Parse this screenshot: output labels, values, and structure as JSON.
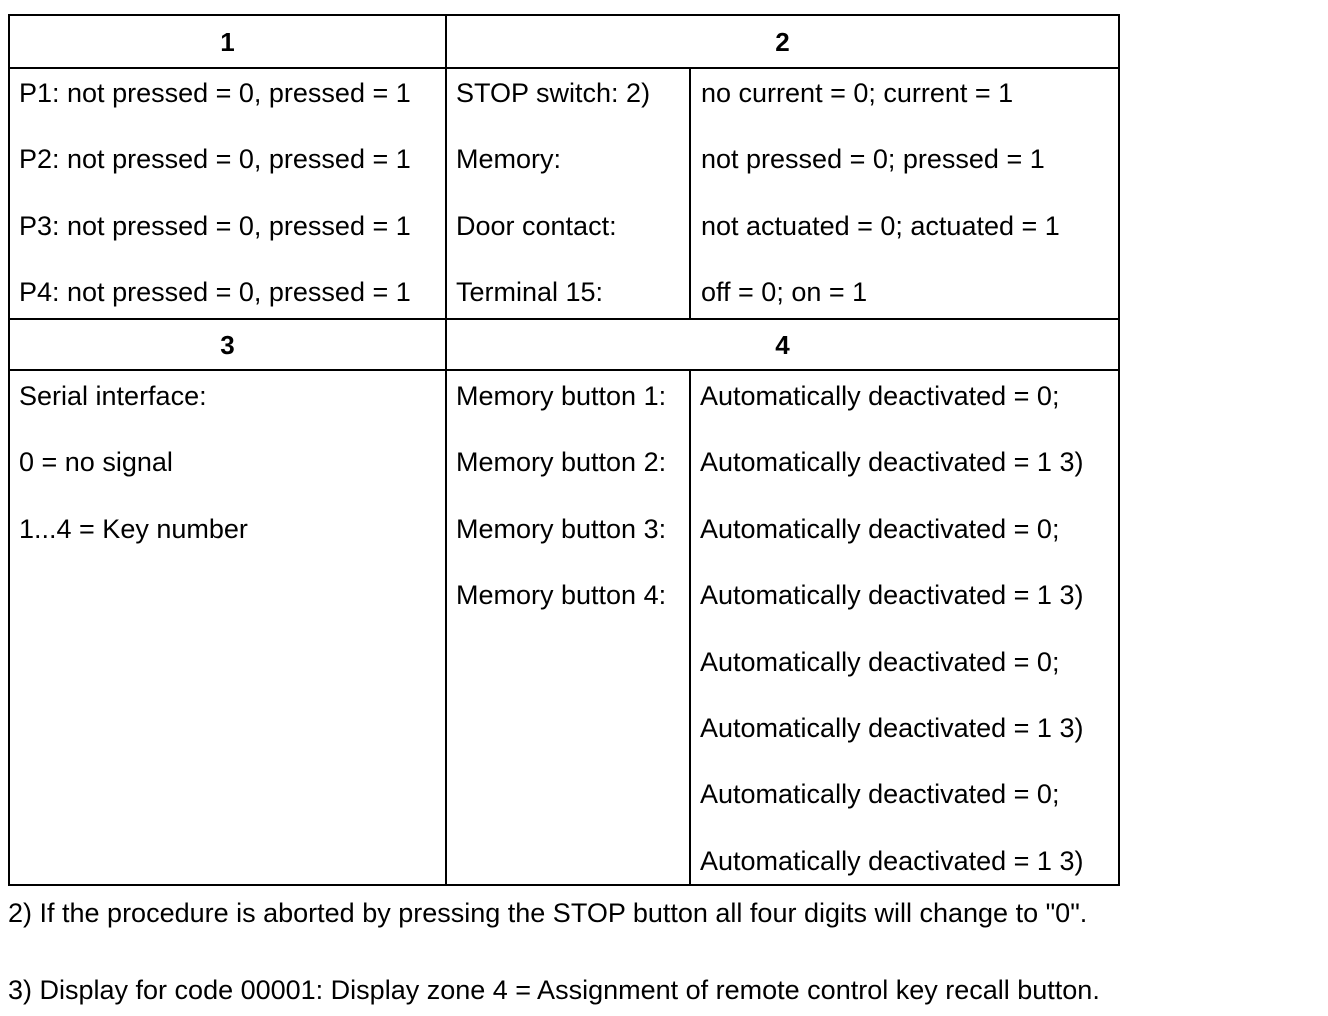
{
  "table": {
    "section1": {
      "header": "1",
      "rows": [
        "P1: not pressed = 0, pressed = 1",
        "P2: not pressed = 0, pressed = 1",
        "P3: not pressed = 0, pressed = 1",
        "P4: not pressed = 0, pressed = 1"
      ]
    },
    "section2": {
      "header": "2",
      "labels": [
        "STOP switch: 2)",
        "Memory:",
        "Door contact:",
        "Terminal 15:"
      ],
      "values": [
        "no current = 0; current = 1",
        "not pressed = 0; pressed = 1",
        "not actuated = 0; actuated = 1",
        "off = 0; on = 1"
      ]
    },
    "section3": {
      "header": "3",
      "rows": [
        "Serial interface:",
        "0 = no signal",
        "1...4 = Key number"
      ]
    },
    "section4": {
      "header": "4",
      "labels": [
        "Memory button 1:",
        "Memory button 2:",
        "Memory button 3:",
        "Memory button 4:"
      ],
      "values": [
        "Automatically deactivated = 0;",
        "Automatically deactivated = 1 3)",
        "Automatically deactivated = 0;",
        "Automatically deactivated = 1 3)",
        "Automatically deactivated = 0;",
        "Automatically deactivated = 1 3)",
        "Automatically deactivated = 0;",
        "Automatically deactivated = 1 3)"
      ]
    }
  },
  "footnotes": [
    "2) If the procedure is aborted by pressing the STOP button all four digits will change to \"0\".",
    "3) Display for code 00001: Display zone 4 = Assignment of remote control key recall button."
  ]
}
